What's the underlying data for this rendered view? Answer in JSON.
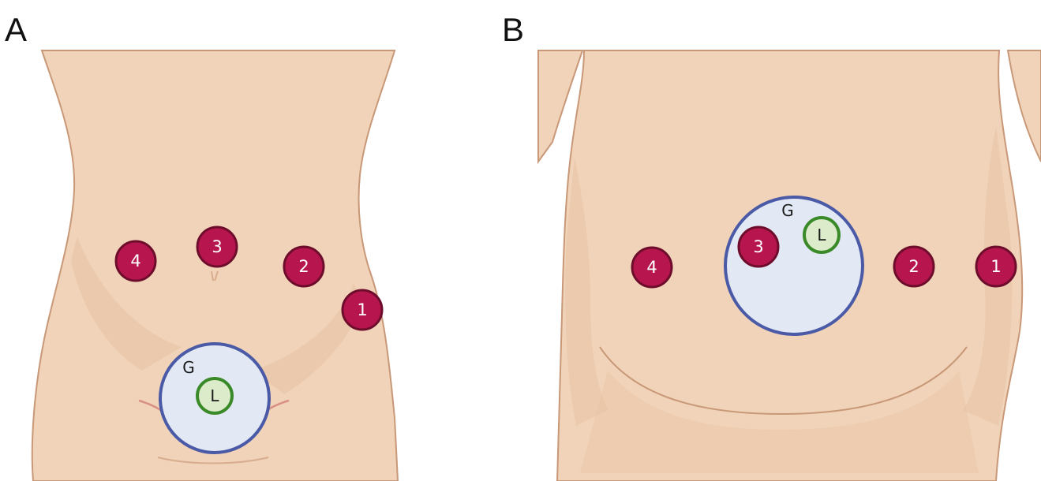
{
  "panels": {
    "a": {
      "label": "A",
      "ports": [
        {
          "number": "4"
        },
        {
          "number": "3"
        },
        {
          "number": "2"
        },
        {
          "number": "1"
        }
      ],
      "large_region_label": "G",
      "small_region_label": "L"
    },
    "b": {
      "label": "B",
      "ports": [
        {
          "number": "4"
        },
        {
          "number": "3"
        },
        {
          "number": "2"
        },
        {
          "number": "1"
        }
      ],
      "large_region_label": "G",
      "small_region_label": "L"
    }
  },
  "colors": {
    "skin": "#f0d3b8",
    "skin_shadow": "#e6bea0",
    "skin_outline": "#c89878",
    "port_fill": "#b6164d",
    "port_stroke": "#6e0c2c",
    "region_fill": "#e2e8f4",
    "region_stroke": "#4a5aa6",
    "small_region_fill": "#dcebc9",
    "small_region_stroke": "#3a8a2a"
  }
}
